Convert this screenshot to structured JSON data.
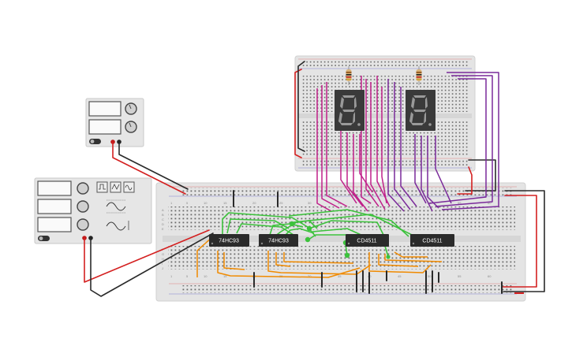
{
  "chips": [
    {
      "id": "ic1",
      "label": "74HC93"
    },
    {
      "id": "ic2",
      "label": "74HC93"
    },
    {
      "id": "ic3",
      "label": "CD4511"
    },
    {
      "id": "ic4",
      "label": "CD4511"
    }
  ],
  "displays": [
    {
      "id": "disp1",
      "digit": "8"
    },
    {
      "id": "disp2",
      "digit": "8"
    }
  ],
  "breadboard": {
    "col_labels": [
      "1",
      "5",
      "10",
      "15",
      "20",
      "25",
      "30",
      "35",
      "40",
      "45",
      "50",
      "55",
      "60"
    ],
    "row_labels_left": [
      "A",
      "B",
      "C",
      "D",
      "E",
      "F",
      "G",
      "H",
      "I",
      "J"
    ]
  },
  "colors": {
    "wire_red": "#d42020",
    "wire_black": "#2a2a2a",
    "wire_green": "#3cc23c",
    "wire_orange": "#f08a00",
    "wire_magenta": "#c0208a",
    "wire_purple": "#7a2a9a",
    "chip_body": "#2b2b2b",
    "board": "#e3e3e3"
  }
}
